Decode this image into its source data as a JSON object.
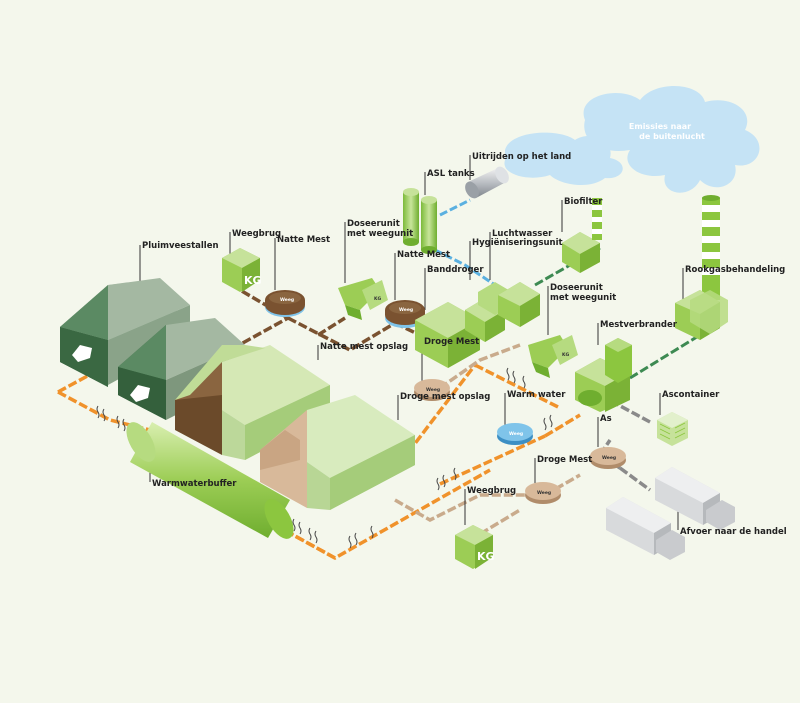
{
  "labels": {
    "pluimveestallen": "Pluimveestallen",
    "weegbrug_top": "Weegbrug",
    "natte_mest": "Natte Mest",
    "doseerunit_1": "Doseerunit",
    "doseerunit_1b": "met weegunit",
    "natte_mest_2": "Natte Mest",
    "asl_tanks": "ASL tanks",
    "uitrijden": "Uitrijden op het land",
    "banddroger": "Banddroger",
    "hygieniseringsunit": "Hygiëniseringsunit",
    "luchtwasser": "Luchtwasser",
    "biofilter": "Biofilter",
    "emissies_1": "Emissies naar",
    "emissies_2": "de buitenlucht",
    "rookgasbehandeling": "Rookgasbehandeling",
    "doseerunit_2": "Doseerunit",
    "doseerunit_2b": "met weegunit",
    "mestverbrander": "Mestverbrander",
    "natte_mest_opslag": "Natte mest opslag",
    "droge_mest": "Droge Mest",
    "droge_mest_opslag": "Droge mest opslag",
    "warm_water": "Warm water",
    "as": "As",
    "ascontainer": "Ascontainer",
    "droge_mest_2": "Droge Mest",
    "warmwaterbuffer": "Warmwaterbuffer",
    "weegbrug_bottom": "Weegbrug",
    "afvoer": "Afvoer naar de handel"
  },
  "icons": {
    "kg": "KG",
    "weigh_tag": "Weeg"
  },
  "colors": {
    "background": "#f4f7ec",
    "hot_water_pipe": "#f0922b",
    "wet_manure_pipe": "#7a5230",
    "dry_manure_pipe": "#c9ab8c",
    "water_pipe": "#5ab0e0",
    "air_pipe": "#3d8a52",
    "ash_pipe": "#8a8a8a",
    "light_green": "#c6e29a",
    "mid_green": "#8cc63f",
    "dark_green": "#5c8f63",
    "brown": "#6b4a2a",
    "tan": "#d8b99a"
  }
}
